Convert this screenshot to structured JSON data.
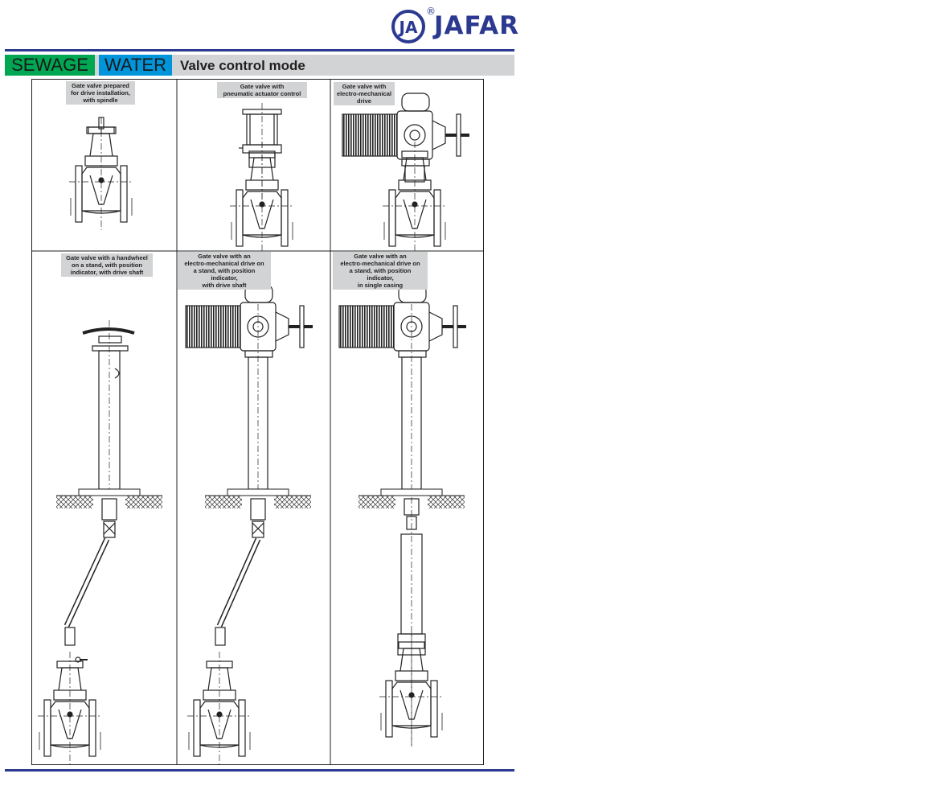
{
  "brand": {
    "name": "JAFAR",
    "registered_mark": "®",
    "monogram": "JA",
    "color": "#2b3990"
  },
  "header": {
    "tags": [
      {
        "label": "SEWAGE",
        "color": "#00a651"
      },
      {
        "label": "WATER",
        "color": "#0095da"
      }
    ],
    "title": "Valve control mode"
  },
  "panels": [
    {
      "caption": [
        "Gate valve prepared",
        "for drive installation,",
        "with spindle"
      ]
    },
    {
      "caption": [
        "Gate valve with",
        "pneumatic actuator control"
      ]
    },
    {
      "caption": [
        "Gate valve with",
        "electro-mechanical",
        "drive"
      ]
    },
    {
      "caption": [
        "Gate valve with a handwheel",
        "on a stand, with position",
        "indicator, with drive shaft"
      ]
    },
    {
      "caption": [
        "Gate valve with an",
        "electro-mechanical drive on",
        "a stand, with position indicator,",
        "with drive shaft"
      ]
    },
    {
      "caption": [
        "Gate valve with an",
        "electro-mechanical drive on",
        "a stand, with position indicator,",
        "in single casing"
      ]
    }
  ]
}
